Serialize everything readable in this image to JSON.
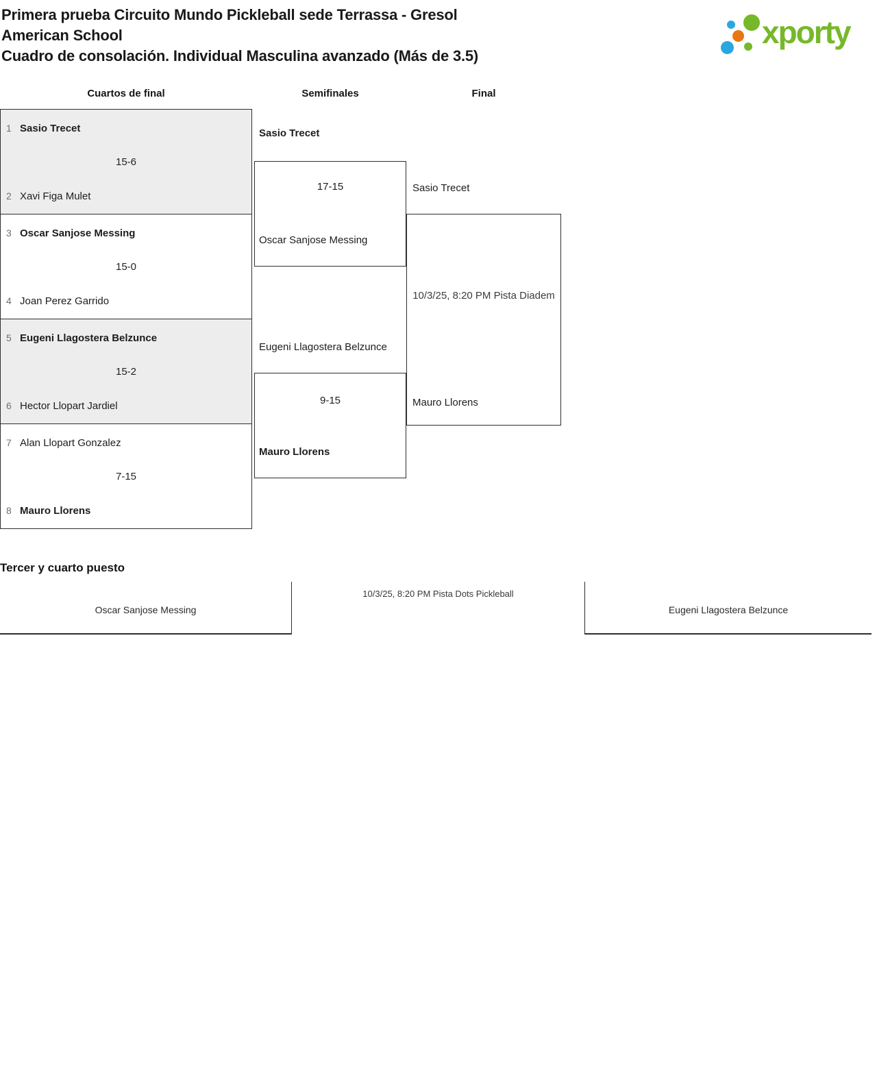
{
  "header": {
    "title_line1": "Primera prueba Circuito Mundo Pickleball sede Terrassa - Gresol",
    "title_line2": "American School",
    "subtitle": "Cuadro de consolación. Individual Masculina avanzado (Más de 3.5)"
  },
  "logo": {
    "text": "xporty",
    "colors": {
      "green": "#76b82a",
      "blue": "#2aa7df",
      "orange": "#e87612"
    }
  },
  "round_headers": {
    "quarterfinals": "Cuartos de final",
    "semifinals": "Semifinales",
    "final": "Final"
  },
  "bracket": {
    "quarterfinals": [
      {
        "seed1": "1",
        "player1": "Sasio Trecet",
        "score": "15-6",
        "seed2": "2",
        "player2": "Xavi Figa Mulet"
      },
      {
        "seed1": "3",
        "player1": "Oscar Sanjose Messing",
        "score": "15-0",
        "seed2": "4",
        "player2": "Joan Perez Garrido"
      },
      {
        "seed1": "5",
        "player1": "Eugeni Llagostera Belzunce",
        "score": "15-2",
        "seed2": "6",
        "player2": "Hector Llopart Jardiel"
      },
      {
        "seed1": "7",
        "player1": "Alan Llopart Gonzalez",
        "score": "7-15",
        "seed2": "8",
        "player2": "Mauro Llorens"
      }
    ],
    "semifinals": [
      {
        "player1": "Sasio Trecet",
        "score": "17-15",
        "player2": "Oscar Sanjose Messing"
      },
      {
        "player1": "Eugeni Llagostera Belzunce",
        "score": "9-15",
        "player2": "Mauro Llorens"
      }
    ],
    "final": {
      "player1": "Sasio Trecet",
      "schedule": "10/3/25, 8:20 PM Pista Diadem",
      "player2": "Mauro Llorens"
    }
  },
  "third_place": {
    "heading": "Tercer y cuarto puesto",
    "player1": "Oscar Sanjose Messing",
    "schedule": "10/3/25, 8:20 PM Pista Dots Pickleball",
    "player2": "Eugeni Llagostera Belzunce"
  }
}
